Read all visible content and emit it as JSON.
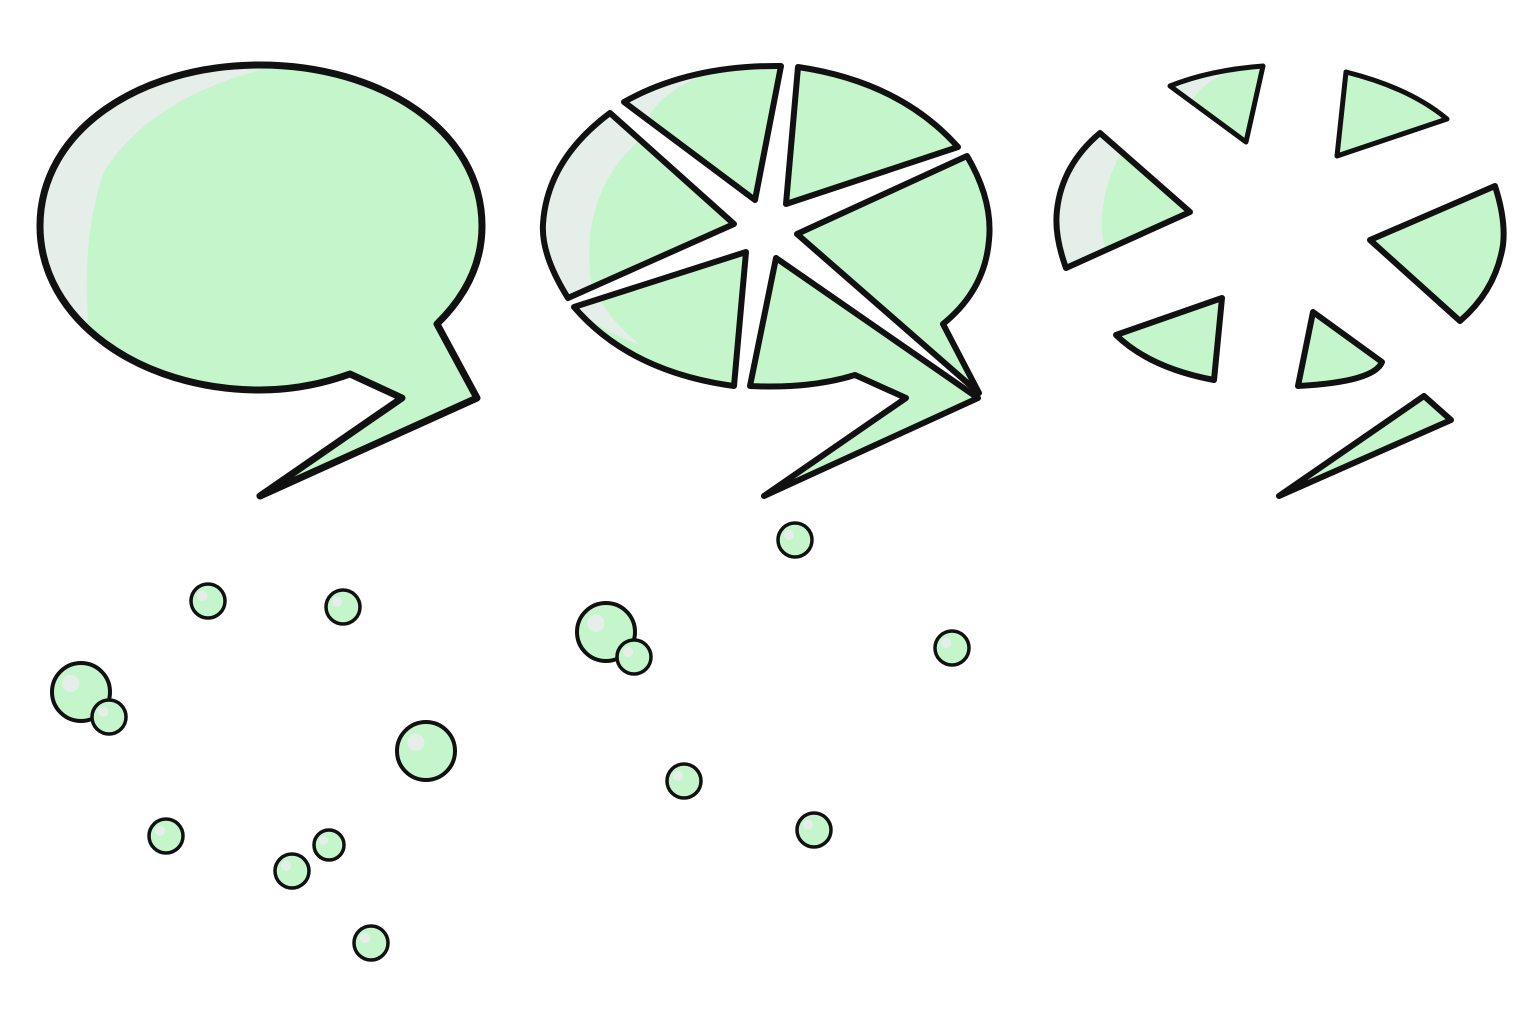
{
  "colors": {
    "background": "#ffffff",
    "bubble_fill": "#c4f5cb",
    "highlight": "#e6eeea",
    "outline": "#111111"
  },
  "graphics": {
    "intact_bubble": "speech-bubble",
    "cracked_bubble": "speech-bubble-cracked",
    "shattered_bubble": "speech-bubble-shattered",
    "small_bubbles": "floating-bubbles"
  }
}
